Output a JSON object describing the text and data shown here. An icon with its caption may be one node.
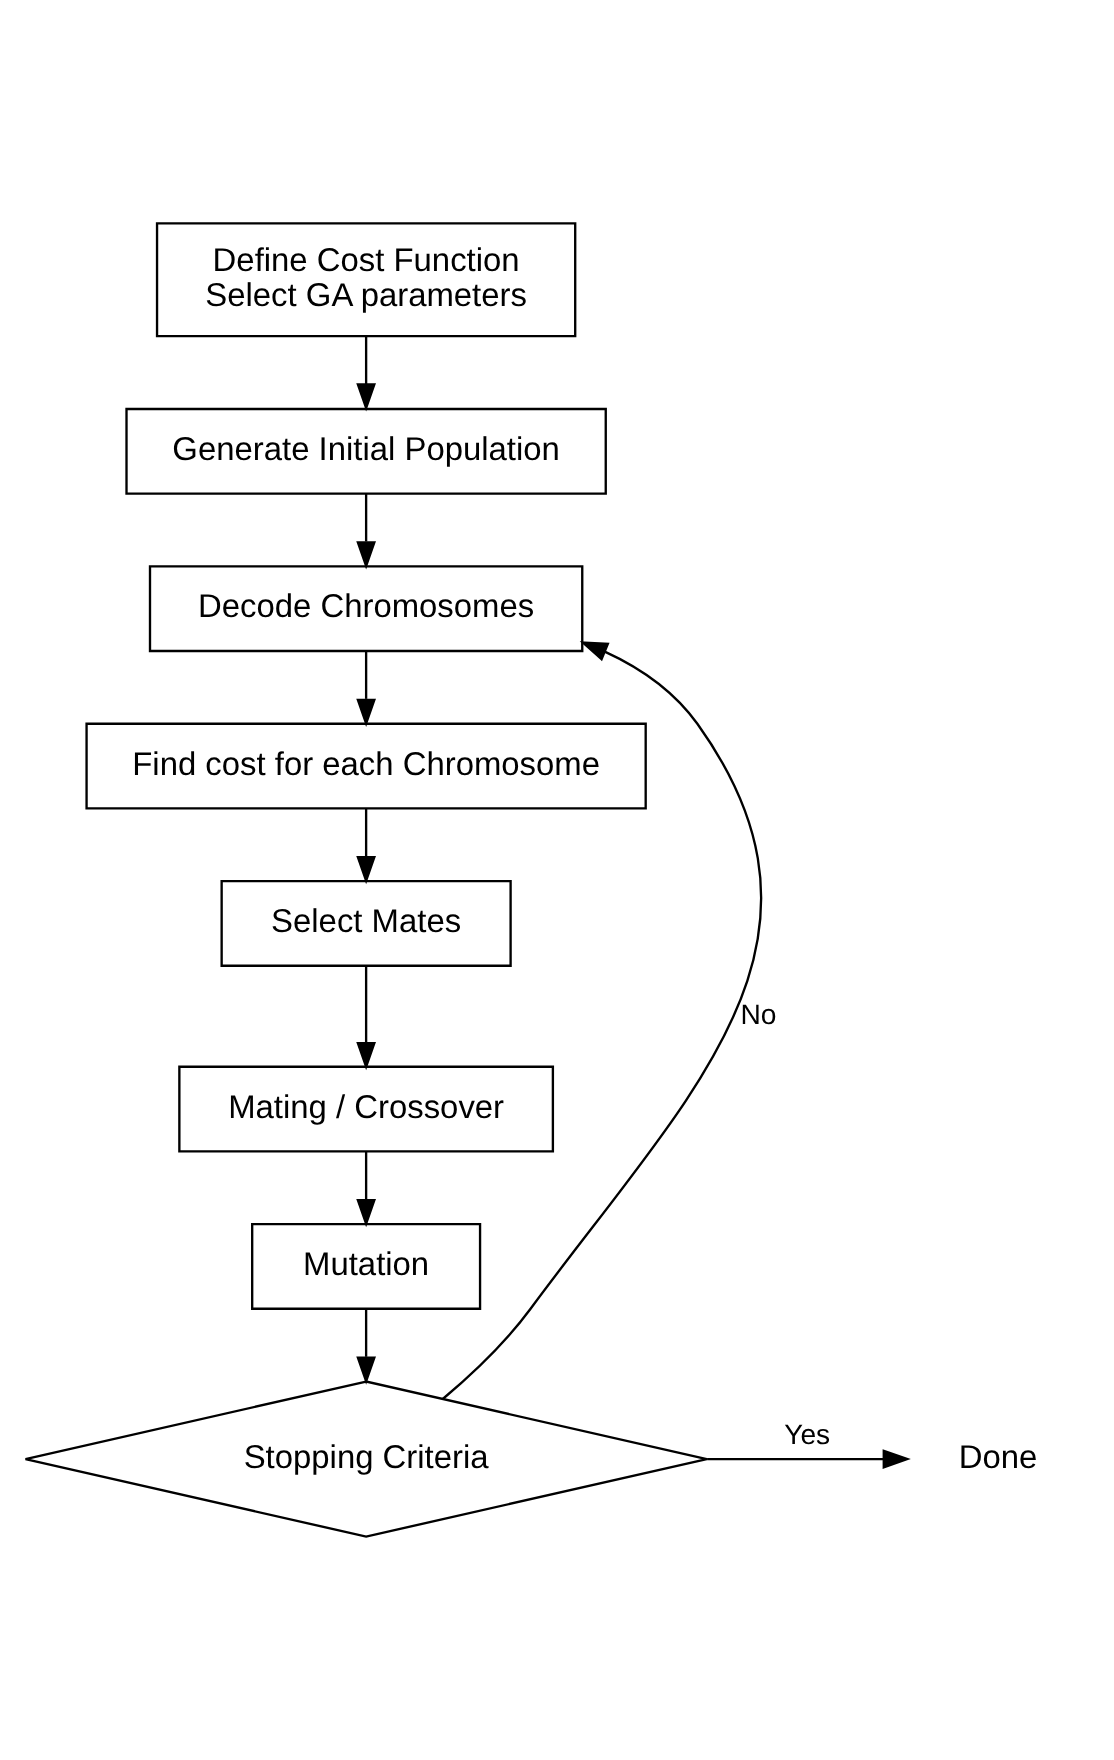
{
  "diagram": {
    "nodes": [
      {
        "text": [
          "Define Cost Function",
          "Select GA parameters"
        ]
      },
      {
        "text": [
          "Generate Initial Population"
        ]
      },
      {
        "text": [
          "Decode Chromosomes"
        ]
      },
      {
        "text": [
          "Find cost for each Chromosome"
        ]
      },
      {
        "text": [
          "Select Mates"
        ]
      },
      {
        "text": [
          "Mating / Crossover"
        ]
      },
      {
        "text": [
          "Mutation"
        ]
      },
      {
        "text": [
          "Stopping Criteria"
        ]
      },
      {
        "text": [
          "Done"
        ]
      }
    ],
    "edges": [
      {
        "from": 0,
        "to": 1,
        "arrow": "to"
      },
      {
        "from": 1,
        "to": 2,
        "arrow": "to"
      },
      {
        "from": 2,
        "to": 3,
        "arrow": "to"
      },
      {
        "from": 3,
        "to": 4,
        "arrow": "to"
      },
      {
        "from": 4,
        "to": 5,
        "arrow": "to"
      },
      {
        "from": 5,
        "to": 6,
        "arrow": "to"
      },
      {
        "from": 6,
        "to": 7,
        "arrow": "to"
      },
      {
        "from": 7,
        "to": 2,
        "label": "No",
        "arrow": "to"
      },
      {
        "from": 7,
        "to": 8,
        "label": "Yes",
        "arrow": "to"
      }
    ]
  }
}
